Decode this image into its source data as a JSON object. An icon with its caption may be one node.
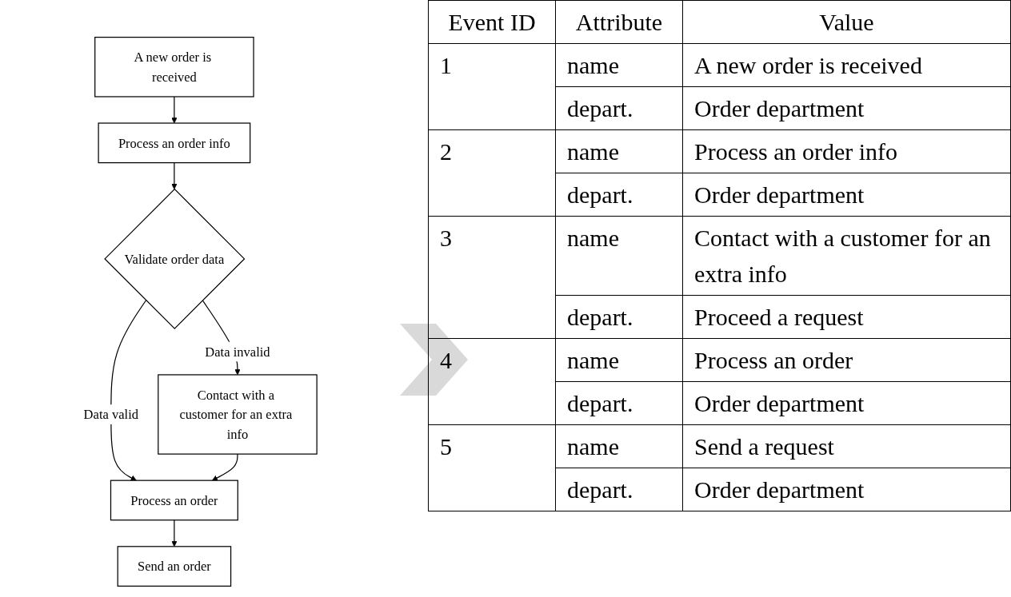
{
  "diagram": {
    "nodes": [
      {
        "text": [
          "A new order is received"
        ]
      },
      {
        "text": [
          "Process an order info"
        ]
      },
      {
        "text": [
          "Validate order data"
        ]
      },
      {
        "text": [
          "Contact with a customer for an extra info"
        ]
      },
      {
        "text": [
          "Process an order"
        ]
      },
      {
        "text": [
          "Send an order"
        ]
      }
    ],
    "edges": [
      {
        "from": 0,
        "to": 1,
        "arrow": "to"
      },
      {
        "from": 1,
        "to": 2,
        "arrow": "to"
      },
      {
        "from": 2,
        "to": 3,
        "label": "Data invalid",
        "arrow": "to"
      },
      {
        "from": 2,
        "to": 4,
        "label": "Data valid",
        "arrow": "to"
      },
      {
        "from": 3,
        "to": 4,
        "arrow": "to"
      },
      {
        "from": 4,
        "to": 5,
        "arrow": "to"
      }
    ],
    "labels": [
      "Event ID",
      "Attribute",
      "Value",
      "1",
      "name",
      "A new order is received",
      "depart.",
      "Order department",
      "2",
      "name",
      "Process an order info",
      "depart.",
      "Order department",
      "3",
      "name",
      "Contact with a customer for an extra info",
      "depart.",
      "Proceed a request",
      "4",
      "name",
      "Process an order",
      "depart.",
      "Order department",
      "5",
      "name",
      "Send a request",
      "depart.",
      "Order department"
    ]
  }
}
